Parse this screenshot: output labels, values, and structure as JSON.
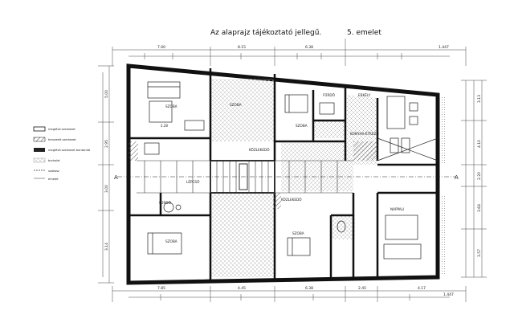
{
  "header": {
    "title": "Az alaprajz tájékoztató jellegű.",
    "floor": "5. emelet"
  },
  "section_marker": "A",
  "top_dimensions": [
    "7.00",
    "8.15",
    "6.38",
    "1.447"
  ],
  "bottom_dimensions": [
    "7.85",
    "4.45",
    "6.38",
    "2.45",
    "4.17",
    "1.447"
  ],
  "left_dimensions": [
    "5.00",
    "2.95",
    "3.00",
    "3.14"
  ],
  "right_dimensions": [
    "3.13",
    "4.10",
    "2.20",
    "3.64",
    "3.57"
  ],
  "rooms": [
    {
      "name": "SZOBA",
      "area": "2.28"
    },
    {
      "name": "SZOBA",
      "area": ""
    },
    {
      "name": "FÜRDŐ",
      "area": ""
    },
    {
      "name": "SZOBA",
      "area": ""
    },
    {
      "name": "KÖZLEKEDŐ",
      "area": ""
    },
    {
      "name": "LÉPCSŐ",
      "area": ""
    },
    {
      "name": "SZOBA",
      "area": ""
    },
    {
      "name": "FÜRDŐ",
      "area": ""
    },
    {
      "name": "KÖZLEKEDŐ",
      "area": ""
    },
    {
      "name": "SZOBA",
      "area": ""
    },
    {
      "name": "NAPPALI",
      "area": ""
    },
    {
      "name": "KONYHA-ÉTKEZŐ",
      "area": ""
    },
    {
      "name": "ERKÉLY",
      "area": ""
    }
  ],
  "legend": [
    {
      "label": "meglévő szerkezet"
    },
    {
      "label": "tervezett szerkezet"
    },
    {
      "label": "meglévő szerkezet bontandó"
    },
    {
      "label": "burkolat"
    },
    {
      "label": "szakasz"
    },
    {
      "label": "emelet"
    }
  ]
}
